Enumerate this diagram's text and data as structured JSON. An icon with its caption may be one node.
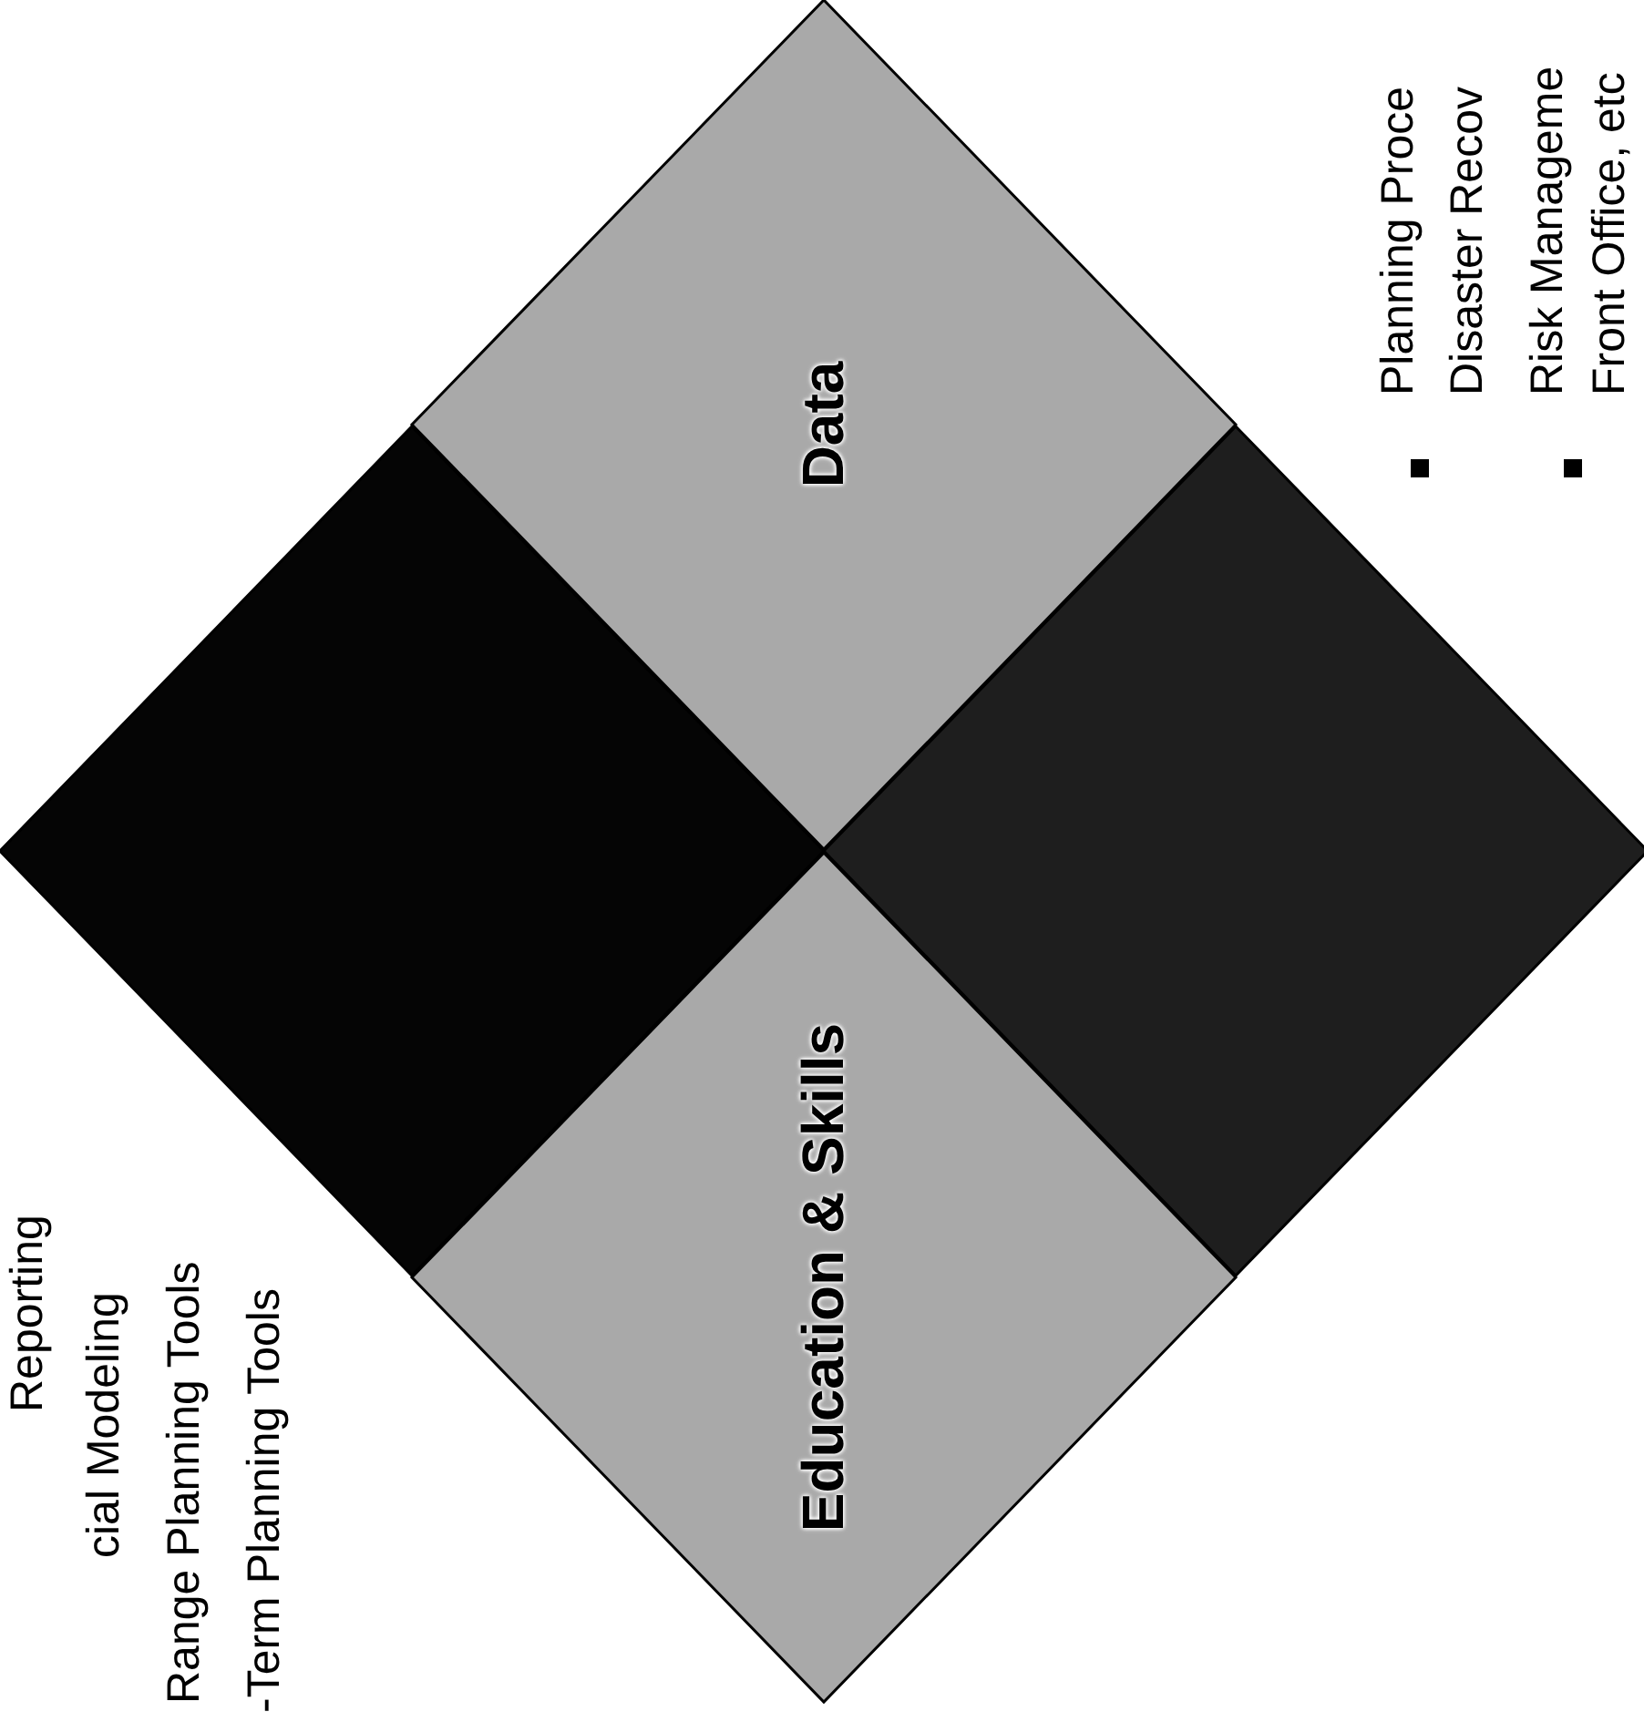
{
  "diagram": {
    "nodes": [
      {
        "text": [
          "Data"
        ]
      },
      {
        "text": [],
        "shape": "diamond"
      },
      {
        "text": [],
        "shape": "diamond"
      },
      {
        "text": [
          "Education & Skills"
        ]
      }
    ],
    "labels": [
      "Reporting",
      "cial Modeling",
      "Range Planning Tools",
      "-Term Planning Tools",
      "Planning Proce",
      "Disaster Recov",
      "Risk Manageme",
      "Front Office, etc"
    ]
  }
}
